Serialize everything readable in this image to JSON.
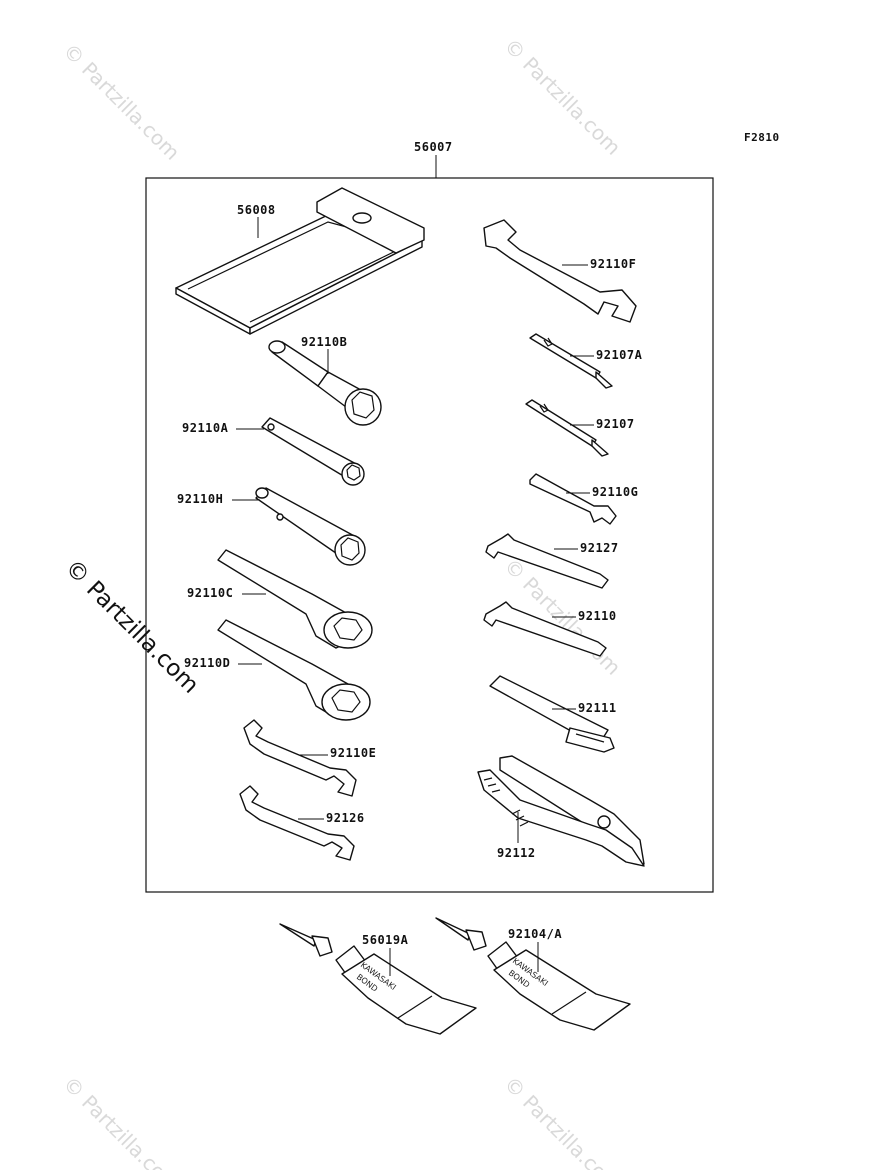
{
  "figure_code": "F2810",
  "watermark": "© Partzilla.com",
  "parts": {
    "kit": "56007",
    "case": "56008",
    "wrench_f": "92110F",
    "screwdriver_a": "92107A",
    "screwdriver": "92107",
    "wrench_g": "92110G",
    "hex_key_a": "92127",
    "hex_key_b": "92110",
    "handle": "92111",
    "pliers": "92112",
    "box_b": "92110B",
    "box_a": "92110A",
    "box_h": "92110H",
    "ring_c": "92110C",
    "ring_d": "92110D",
    "wrench_e": "92110E",
    "wrench_126": "92126",
    "bond_1": "56019A",
    "bond_2": "92104/A"
  },
  "tube_brand": "KAWASAKI",
  "tube_label": "BOND"
}
